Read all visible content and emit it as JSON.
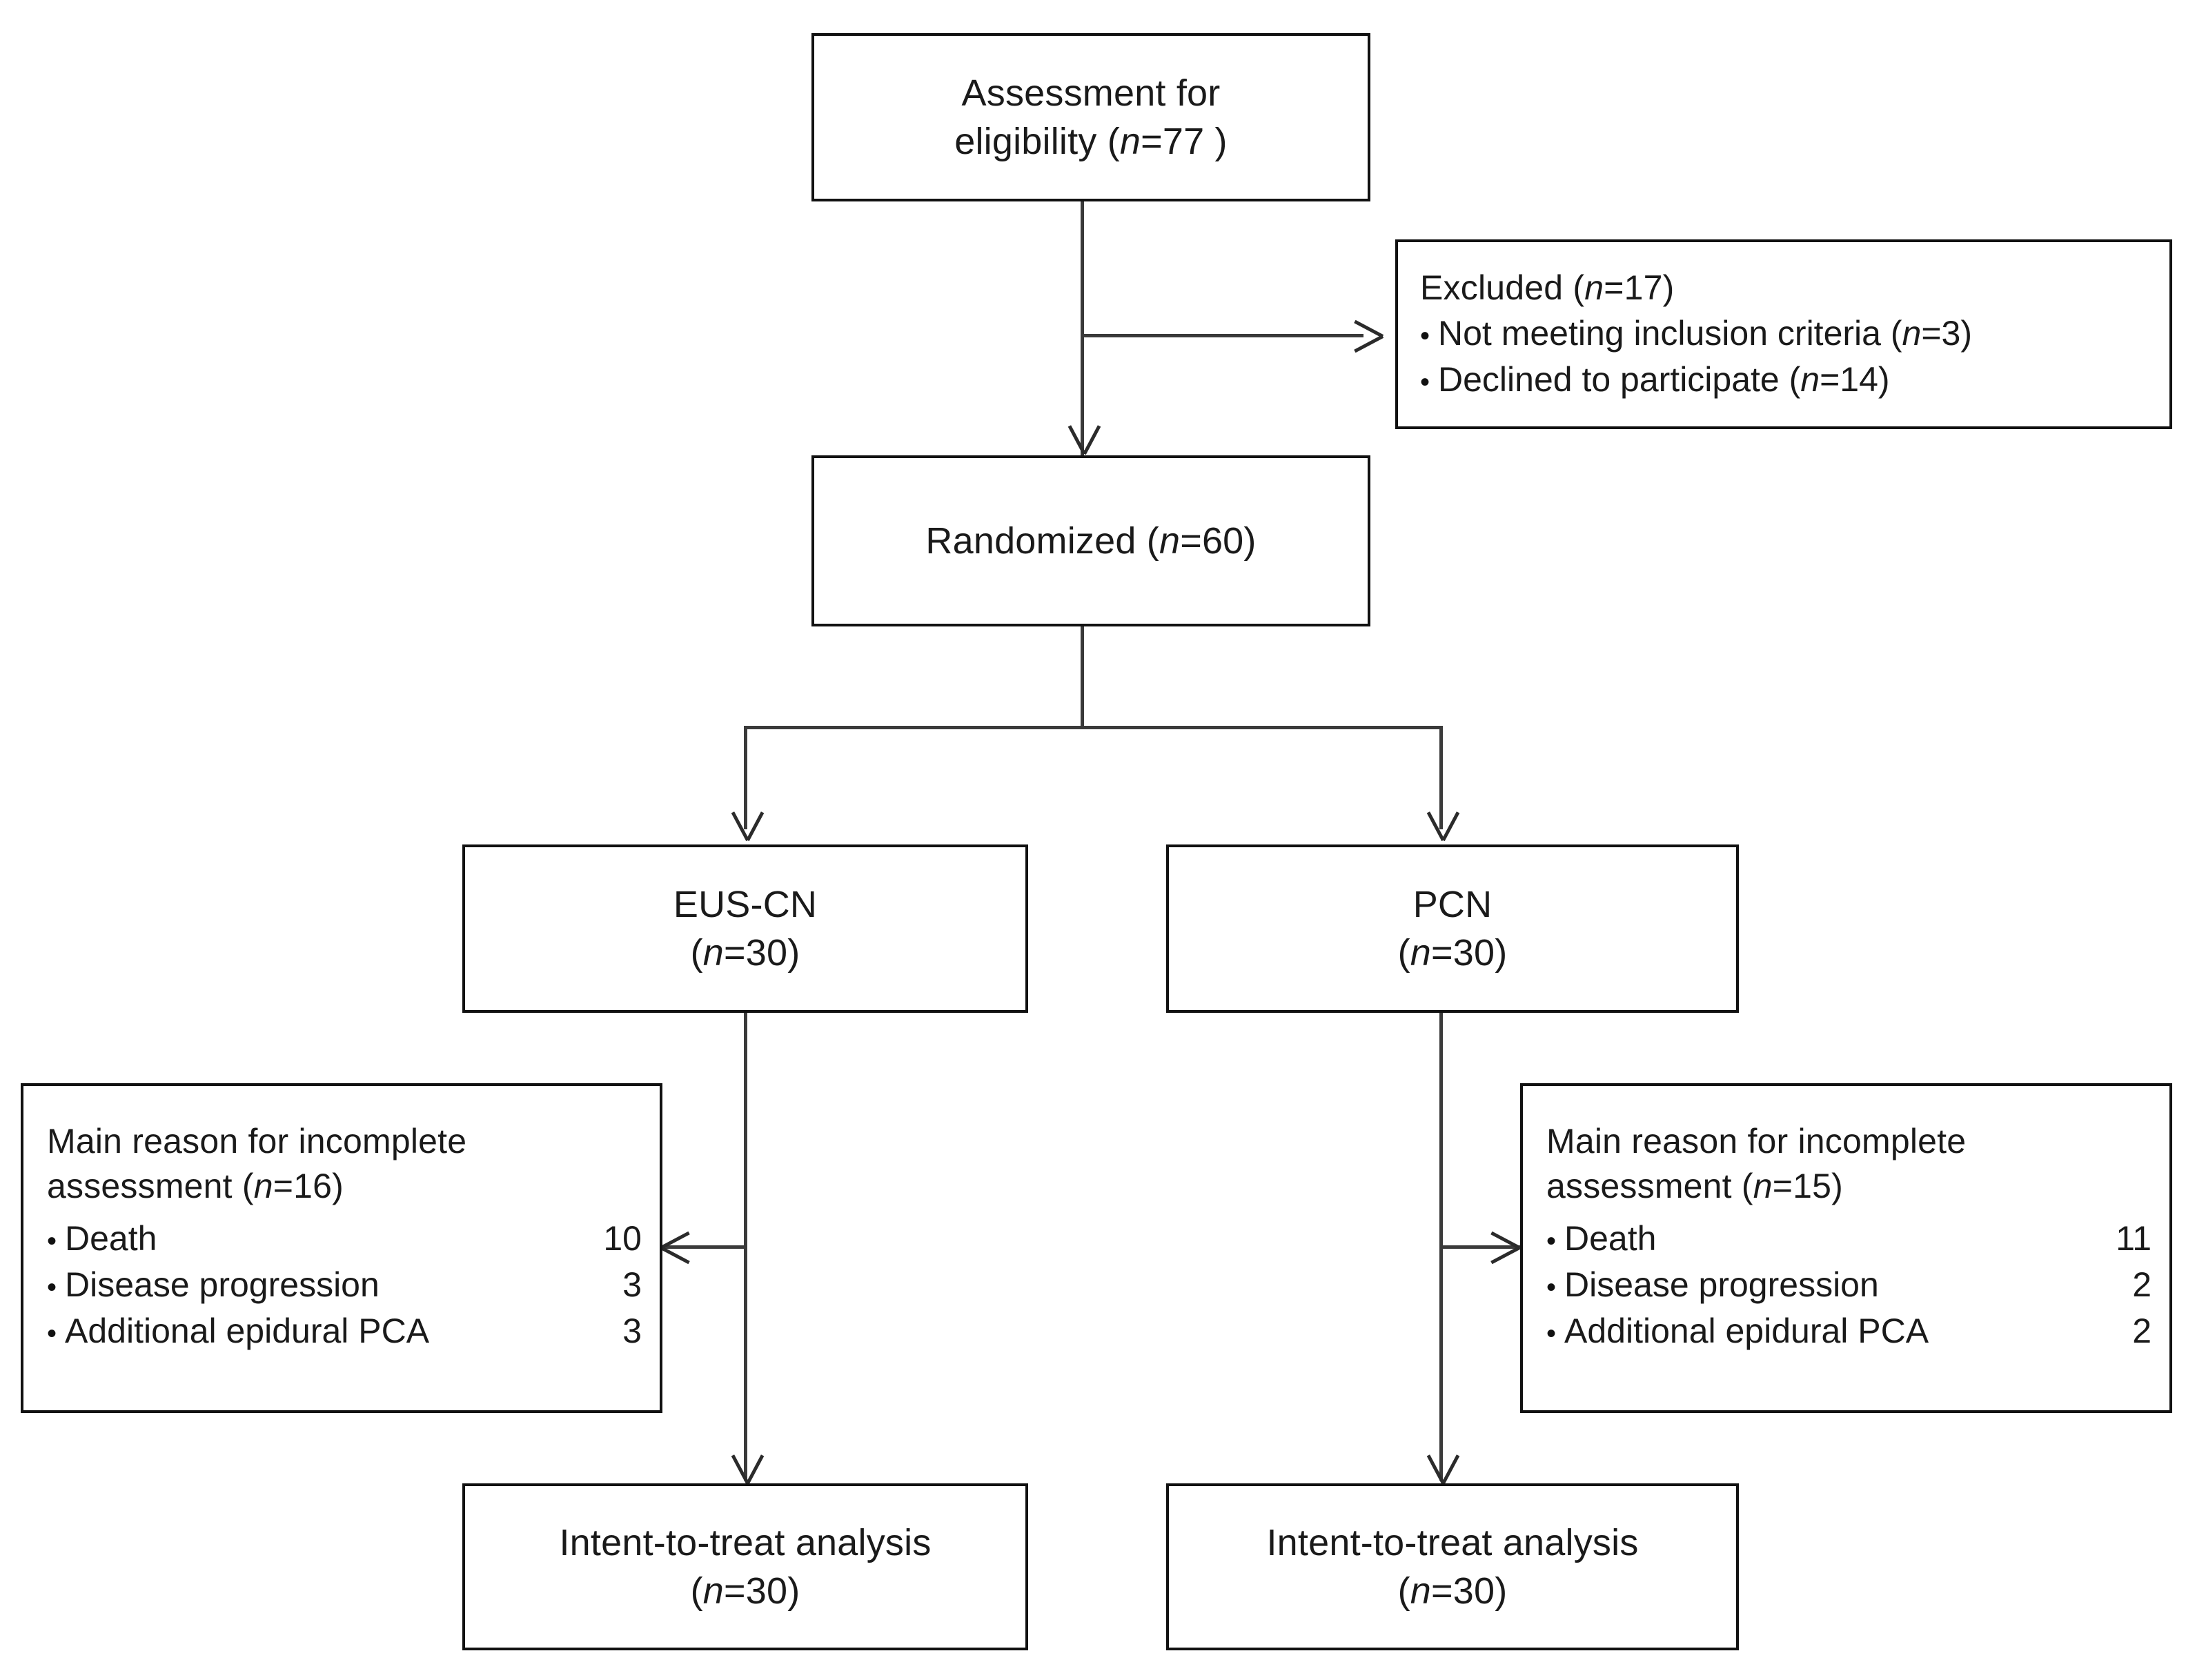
{
  "diagram": {
    "kind": "consort-flow-diagram",
    "boxes": {
      "assessment": {
        "line1": "Assessment for",
        "line2_pre": "eligibility (",
        "line2_italic": "n",
        "line2_post": "=77 )"
      },
      "excluded": {
        "title_pre": "Excluded (",
        "title_italic": "n",
        "title_post": "=17)",
        "items": [
          {
            "bullet": "•",
            "label": "Not meeting  inclusion criteria  (",
            "italic": "n",
            "post": "=3)"
          },
          {
            "bullet": "•",
            "label": "Declined  to participate  (",
            "italic": "n",
            "post": "=14)"
          }
        ]
      },
      "randomized": {
        "pre": "Randomized (",
        "italic": "n",
        "post": "=60)"
      },
      "arm_left": {
        "title": "EUS-CN",
        "count_pre": "(",
        "count_italic": "n",
        "count_post": "=30)"
      },
      "arm_right": {
        "title": "PCN",
        "count_pre": "(",
        "count_italic": "n",
        "count_post": "=30)"
      },
      "incomplete_left": {
        "line1": "Main reason for incomplete",
        "line2_pre": "assessment (",
        "line2_italic": "n",
        "line2_post": "=16)",
        "items": [
          {
            "bullet": "•",
            "label": "Death",
            "value": "10"
          },
          {
            "bullet": "•",
            "label": "Disease  progression",
            "value": "3"
          },
          {
            "bullet": "•",
            "label": "Additional  epidural PCA",
            "value": "3"
          }
        ]
      },
      "incomplete_right": {
        "line1": "Main reason for incomplete",
        "line2_pre": " assessment (",
        "line2_italic": "n",
        "line2_post": "=15)",
        "items": [
          {
            "bullet": "•",
            "label": "Death",
            "value": "11"
          },
          {
            "bullet": "•",
            "label": "Disease  progression",
            "value": "2"
          },
          {
            "bullet": "•",
            "label": "Additional  epidural PCA",
            "value": "2"
          }
        ]
      },
      "itt_left": {
        "line1": "Intent-to-treat analysis",
        "line2_pre": "(",
        "line2_italic": "n",
        "line2_post": "=30)"
      },
      "itt_right": {
        "line1": "Intent-to-treat analysis",
        "line2_pre": "(",
        "line2_italic": "n",
        "line2_post": "=30)"
      }
    },
    "colors": {
      "border": "#111111",
      "connector": "#3a3a3a",
      "text": "#1a1a1a",
      "background": "#ffffff"
    }
  }
}
